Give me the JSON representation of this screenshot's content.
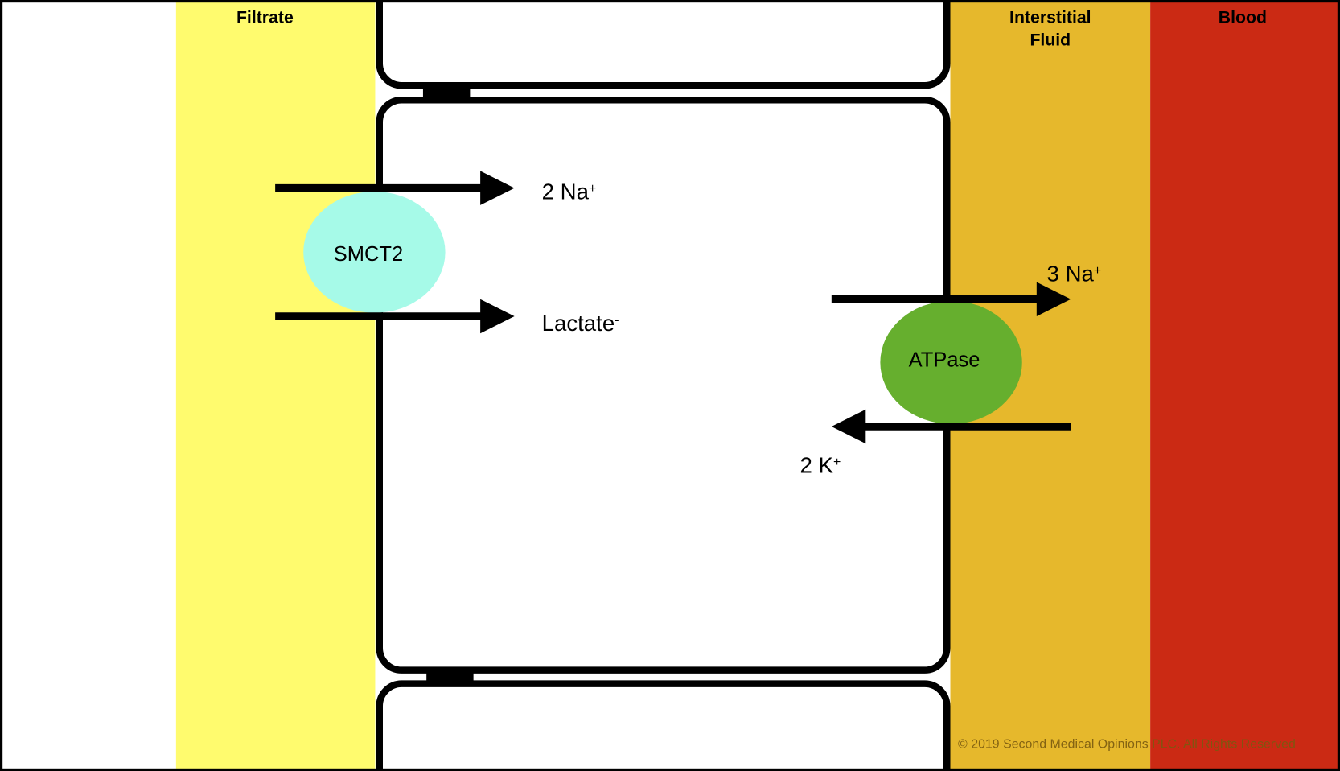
{
  "regions": {
    "filtrate": {
      "label": "Filtrate",
      "color": "#FFFB6E"
    },
    "interstitial": {
      "label_line1": "Interstitial",
      "label_line2": "Fluid",
      "color": "#E6B82C"
    },
    "blood": {
      "label": "Blood",
      "color": "#CB2A14"
    }
  },
  "transporters": {
    "smct2": {
      "label": "SMCT2",
      "color": "#A6FAE8"
    },
    "atpase": {
      "label": "ATPase",
      "color": "#66AF2E"
    }
  },
  "ions": {
    "smct2_na": {
      "label": "2 Na",
      "charge": "+"
    },
    "smct2_lactate": {
      "label": "Lactate",
      "charge": "-"
    },
    "atpase_na": {
      "label": "3 Na",
      "charge": "+"
    },
    "atpase_k": {
      "label": "2 K",
      "charge": "+"
    }
  },
  "copyright": "© 2019 Second Medical Opinions PLC. All Rights Reserved"
}
